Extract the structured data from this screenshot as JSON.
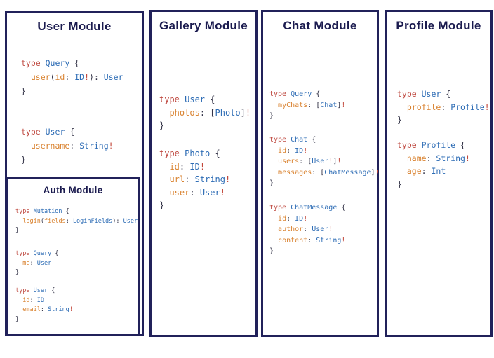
{
  "palette": {
    "navy": "#21215a",
    "title": "#1b1b4f",
    "code_keyword": "#bf4a41",
    "code_type": "#2d6cb5",
    "code_field": "#d9822f",
    "code_punct": "#333347",
    "code_bang": "#c2473a",
    "background": "#ffffff"
  },
  "modules": {
    "user": {
      "title": "User Module",
      "blocks": [
        [
          [
            [
              "k",
              "type "
            ],
            [
              "t",
              "Query "
            ],
            [
              "p",
              "{"
            ]
          ],
          [
            [
              "p",
              "  "
            ],
            [
              "f",
              "user"
            ],
            [
              "p",
              "("
            ],
            [
              "f",
              "id"
            ],
            [
              "p",
              ": "
            ],
            [
              "t",
              "ID"
            ],
            [
              "b",
              "!"
            ],
            [
              "p",
              "): "
            ],
            [
              "t",
              "User"
            ]
          ],
          [
            [
              "p",
              "}"
            ]
          ]
        ],
        [
          [
            [
              "k",
              "type "
            ],
            [
              "t",
              "User "
            ],
            [
              "p",
              "{"
            ]
          ],
          [
            [
              "p",
              "  "
            ],
            [
              "f",
              "username"
            ],
            [
              "p",
              ": "
            ],
            [
              "t",
              "String"
            ],
            [
              "b",
              "!"
            ]
          ],
          [
            [
              "p",
              "}"
            ]
          ]
        ]
      ]
    },
    "auth": {
      "title": "Auth Module",
      "blocks": [
        [
          [
            [
              "k",
              "type "
            ],
            [
              "t",
              "Mutation "
            ],
            [
              "p",
              "{"
            ]
          ],
          [
            [
              "p",
              "  "
            ],
            [
              "f",
              "login"
            ],
            [
              "p",
              "("
            ],
            [
              "f",
              "fields"
            ],
            [
              "p",
              ": "
            ],
            [
              "t",
              "LoginFields"
            ],
            [
              "p",
              "): "
            ],
            [
              "t",
              "User"
            ]
          ],
          [
            [
              "p",
              "}"
            ]
          ]
        ],
        [
          [
            [
              "k",
              "type "
            ],
            [
              "t",
              "Query "
            ],
            [
              "p",
              "{"
            ]
          ],
          [
            [
              "p",
              "  "
            ],
            [
              "f",
              "me"
            ],
            [
              "p",
              ": "
            ],
            [
              "t",
              "User"
            ]
          ],
          [
            [
              "p",
              "}"
            ]
          ]
        ],
        [
          [
            [
              "k",
              "type "
            ],
            [
              "t",
              "User "
            ],
            [
              "p",
              "{"
            ]
          ],
          [
            [
              "p",
              "  "
            ],
            [
              "f",
              "id"
            ],
            [
              "p",
              ": "
            ],
            [
              "t",
              "ID"
            ],
            [
              "b",
              "!"
            ]
          ],
          [
            [
              "p",
              "  "
            ],
            [
              "f",
              "email"
            ],
            [
              "p",
              ": "
            ],
            [
              "t",
              "String"
            ],
            [
              "b",
              "!"
            ]
          ],
          [
            [
              "p",
              "}"
            ]
          ]
        ]
      ]
    },
    "gallery": {
      "title": "Gallery Module",
      "blocks": [
        [
          [
            [
              "k",
              "type "
            ],
            [
              "t",
              "User "
            ],
            [
              "p",
              "{"
            ]
          ],
          [
            [
              "p",
              "  "
            ],
            [
              "f",
              "photos"
            ],
            [
              "p",
              ": ["
            ],
            [
              "t",
              "Photo"
            ],
            [
              "p",
              "]"
            ],
            [
              "b",
              "!"
            ]
          ],
          [
            [
              "p",
              "}"
            ]
          ]
        ],
        [
          [
            [
              "k",
              "type "
            ],
            [
              "t",
              "Photo "
            ],
            [
              "p",
              "{"
            ]
          ],
          [
            [
              "p",
              "  "
            ],
            [
              "f",
              "id"
            ],
            [
              "p",
              ": "
            ],
            [
              "t",
              "ID"
            ],
            [
              "b",
              "!"
            ]
          ],
          [
            [
              "p",
              "  "
            ],
            [
              "f",
              "url"
            ],
            [
              "p",
              ": "
            ],
            [
              "t",
              "String"
            ],
            [
              "b",
              "!"
            ]
          ],
          [
            [
              "p",
              "  "
            ],
            [
              "f",
              "user"
            ],
            [
              "p",
              ": "
            ],
            [
              "t",
              "User"
            ],
            [
              "b",
              "!"
            ]
          ],
          [
            [
              "p",
              "}"
            ]
          ]
        ]
      ]
    },
    "chat": {
      "title": "Chat Module",
      "blocks": [
        [
          [
            [
              "k",
              "type "
            ],
            [
              "t",
              "Query "
            ],
            [
              "p",
              "{"
            ]
          ],
          [
            [
              "p",
              "  "
            ],
            [
              "f",
              "myChats"
            ],
            [
              "p",
              ": ["
            ],
            [
              "t",
              "Chat"
            ],
            [
              "p",
              "]"
            ],
            [
              "b",
              "!"
            ]
          ],
          [
            [
              "p",
              "}"
            ]
          ]
        ],
        [
          [
            [
              "k",
              "type "
            ],
            [
              "t",
              "Chat "
            ],
            [
              "p",
              "{"
            ]
          ],
          [
            [
              "p",
              "  "
            ],
            [
              "f",
              "id"
            ],
            [
              "p",
              ": "
            ],
            [
              "t",
              "ID"
            ],
            [
              "b",
              "!"
            ]
          ],
          [
            [
              "p",
              "  "
            ],
            [
              "f",
              "users"
            ],
            [
              "p",
              ": ["
            ],
            [
              "t",
              "User"
            ],
            [
              "b",
              "!"
            ],
            [
              "p",
              "]"
            ],
            [
              "b",
              "!"
            ]
          ],
          [
            [
              "p",
              "  "
            ],
            [
              "f",
              "messages"
            ],
            [
              "p",
              ": ["
            ],
            [
              "t",
              "ChatMessage"
            ],
            [
              "p",
              "]"
            ],
            [
              "b",
              "!"
            ]
          ],
          [
            [
              "p",
              "}"
            ]
          ]
        ],
        [
          [
            [
              "k",
              "type "
            ],
            [
              "t",
              "ChatMessage "
            ],
            [
              "p",
              "{"
            ]
          ],
          [
            [
              "p",
              "  "
            ],
            [
              "f",
              "id"
            ],
            [
              "p",
              ": "
            ],
            [
              "t",
              "ID"
            ],
            [
              "b",
              "!"
            ]
          ],
          [
            [
              "p",
              "  "
            ],
            [
              "f",
              "author"
            ],
            [
              "p",
              ": "
            ],
            [
              "t",
              "User"
            ],
            [
              "b",
              "!"
            ]
          ],
          [
            [
              "p",
              "  "
            ],
            [
              "f",
              "content"
            ],
            [
              "p",
              ": "
            ],
            [
              "t",
              "String"
            ],
            [
              "b",
              "!"
            ]
          ],
          [
            [
              "p",
              "}"
            ]
          ]
        ]
      ]
    },
    "profile": {
      "title": "Profile Module",
      "blocks": [
        [
          [
            [
              "k",
              "type "
            ],
            [
              "t",
              "User "
            ],
            [
              "p",
              "{"
            ]
          ],
          [
            [
              "p",
              "  "
            ],
            [
              "f",
              "profile"
            ],
            [
              "p",
              ": "
            ],
            [
              "t",
              "Profile"
            ],
            [
              "b",
              "!"
            ]
          ],
          [
            [
              "p",
              "}"
            ]
          ]
        ],
        [
          [
            [
              "k",
              "type "
            ],
            [
              "t",
              "Profile "
            ],
            [
              "p",
              "{"
            ]
          ],
          [
            [
              "p",
              "  "
            ],
            [
              "f",
              "name"
            ],
            [
              "p",
              ": "
            ],
            [
              "t",
              "String"
            ],
            [
              "b",
              "!"
            ]
          ],
          [
            [
              "p",
              "  "
            ],
            [
              "f",
              "age"
            ],
            [
              "p",
              ": "
            ],
            [
              "t",
              "Int"
            ]
          ],
          [
            [
              "p",
              "}"
            ]
          ]
        ]
      ]
    }
  }
}
